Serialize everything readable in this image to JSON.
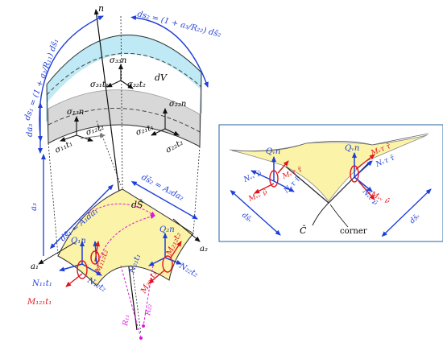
{
  "colors": {
    "blue": "#1f3fd8",
    "red": "#e0141b",
    "magenta": "#d81ad8",
    "yellow_fill": "#fbf3a8",
    "cyan_fill": "#bfe9f4",
    "grey_fill": "#d8d8d8",
    "inset_border": "#4a7fb0"
  },
  "main": {
    "n_axis": "n",
    "top_ds1": "ds₁ = (1 + a₃/R₁₁) ds̄₁",
    "top_ds2": "ds₂ = (1 + a₃/R₂₂) ds̄₂",
    "sigma33": "σ₃₃n",
    "sigma31": "σ₃₁t₁",
    "sigma32": "σ₃₂t₂",
    "dV": "dV",
    "sigma13": "σ₁₃n",
    "sigma23": "σ₂₃n",
    "sigma11": "σ₁₁t₁",
    "sigma12": "σ₁₂t₂",
    "sigma21": "σ₂₁t₁",
    "sigma22": "σ₂₂t₂",
    "da3": "da₃",
    "a3": "a₃",
    "dS": "dS̄",
    "ds1_bar": "ds̄₁ = A₁da₁",
    "ds2_bar": "ds̄₂ = A₂da₂",
    "a1": "a₁",
    "a2": "a₂",
    "Q1": "Q₁n",
    "Q2": "Q₂n",
    "N11": "N₁₁t₁",
    "N12": "N₁₂t₂",
    "N21": "N₂₁t₁",
    "N22": "N₂₂t₂",
    "M121": "M₁₂₁t₁",
    "M112": "M₁₁₂t₂",
    "M221": "M₂₂₁t₁",
    "M212": "M₂₁₂t₂",
    "R11": "R₁₁",
    "R22": "R₂₂"
  },
  "inset": {
    "Qv_left": "Qᵥn",
    "Qv_right": "Qᵥn",
    "Mvt_right": "Mᵥτ τ̄",
    "Nvt_right": "Nᵥτ τ̄",
    "Nvv_left": "Nᵥᵥ ν̄",
    "Mvt_left": "Mᵥτ τ̄",
    "Nvt_left": "Nᵥτ τ̄",
    "Mvv_left": "Mᵥᵥ ν̄",
    "Mvv_right": "Mᵥᵥ ν̄",
    "Nvv_right": "Nᵥᵥ ν̄",
    "ds_left": "ds̄ᵥ",
    "ds_right": "ds̄ᵥ",
    "C": "C̄",
    "corner": "corner"
  }
}
